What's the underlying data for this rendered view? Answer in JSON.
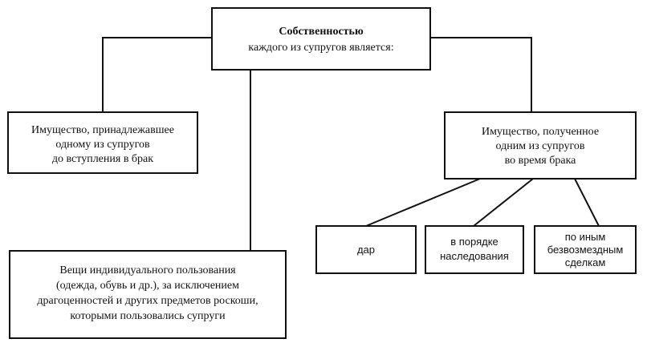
{
  "root": {
    "line1": "Собственностью",
    "line2": "каждого из супругов является:"
  },
  "premarital": {
    "line1": "Имущество, принадлежавшее",
    "line2": "одному из супругов",
    "line3": "до вступления в брак"
  },
  "marriage_acquired": {
    "line1": "Имущество, полученное",
    "line2": "одним из супругов",
    "line3": "во время брака"
  },
  "personal_items": {
    "line1": "Вещи индивидуального пользования",
    "line2": "(одежда, обувь и др.), за исключением",
    "line3": "драгоценностей и других предметов роскоши,",
    "line4": "которыми пользовались супруги"
  },
  "gift": {
    "line1": "дар"
  },
  "inheritance": {
    "line1": "в порядке",
    "line2": "наследования"
  },
  "gratuitous": {
    "line1": "по иным",
    "line2": "безвозмездным",
    "line3": "сделкам"
  }
}
